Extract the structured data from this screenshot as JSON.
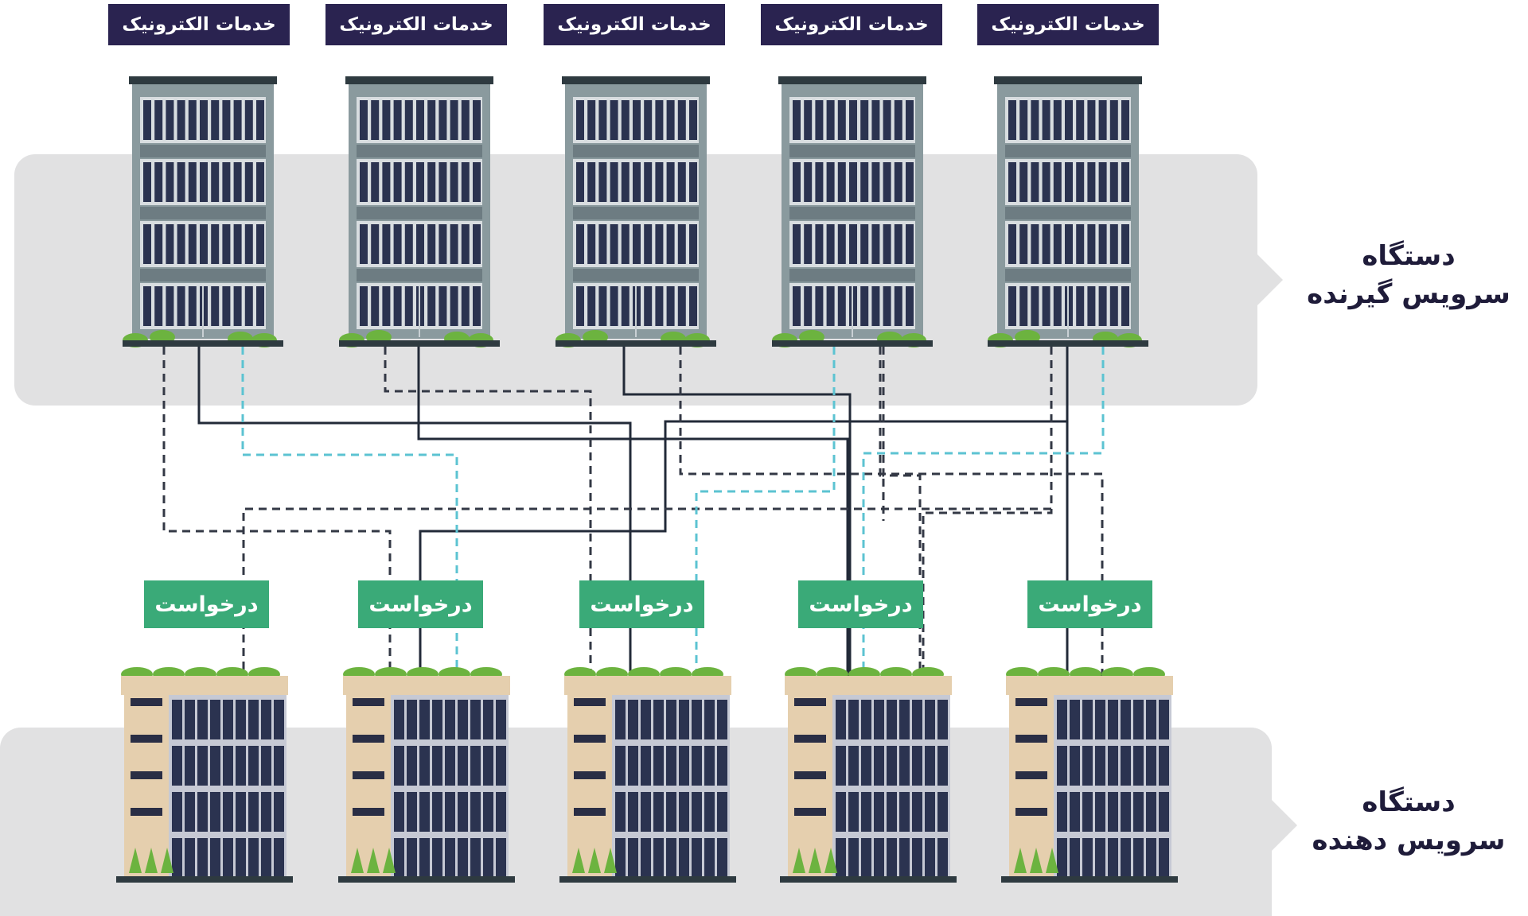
{
  "colors": {
    "band": "#e1e1e2",
    "tag_bg": "#2a2350",
    "request_bg": "#3aaa78",
    "solid_line": "#222a38",
    "dashed_line": "#333845",
    "dashed_teal": "#5cc3d2",
    "client_building": "#8a9a9e",
    "server_building": "#e5cfae",
    "window_dark": "#2b3350",
    "greenery": "#6cb33f"
  },
  "client_side": {
    "label_line1": "دستگاه",
    "label_line2": "سرویس گیرنده",
    "buildings": [
      {
        "tag": "خدمات الکترونیک"
      },
      {
        "tag": "خدمات الکترونیک"
      },
      {
        "tag": "خدمات الکترونیک"
      },
      {
        "tag": "خدمات الکترونیک"
      },
      {
        "tag": "خدمات الکترونیک"
      }
    ]
  },
  "server_side": {
    "label_line1": "دستگاه",
    "label_line2": "سرویس دهنده",
    "requests": [
      {
        "label": "درخواست"
      },
      {
        "label": "درخواست"
      },
      {
        "label": "درخواست"
      },
      {
        "label": "درخواست"
      },
      {
        "label": "درخواست"
      }
    ]
  }
}
